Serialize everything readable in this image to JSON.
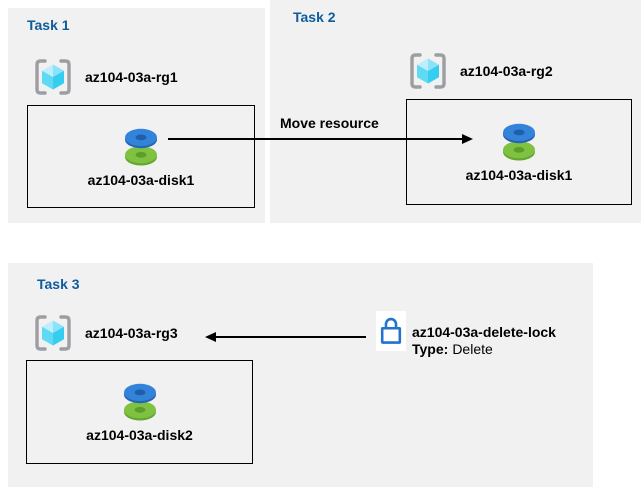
{
  "tasks": [
    {
      "title": "Task 1",
      "rg": "az104-03a-rg1",
      "disk": "az104-03a-disk1"
    },
    {
      "title": "Task 2",
      "rg": "az104-03a-rg2",
      "disk": "az104-03a-disk1"
    },
    {
      "title": "Task 3",
      "rg": "az104-03a-rg3",
      "disk": "az104-03a-disk2"
    }
  ],
  "move_arrow": {
    "label": "Move resource"
  },
  "lock": {
    "name": "az104-03a-delete-lock",
    "type_label": "Type:",
    "type_value": "Delete"
  },
  "colors": {
    "panel_bg": "#F1F1F1",
    "title_blue": "#0D5C9D",
    "text_black": "#000000",
    "lock_blue": "#2272CE",
    "disk_blue": "#3383DB",
    "disk_green": "#7FC241",
    "cube_cyan": "#35CDF0",
    "bracket_gray": "#9C9EA1"
  }
}
